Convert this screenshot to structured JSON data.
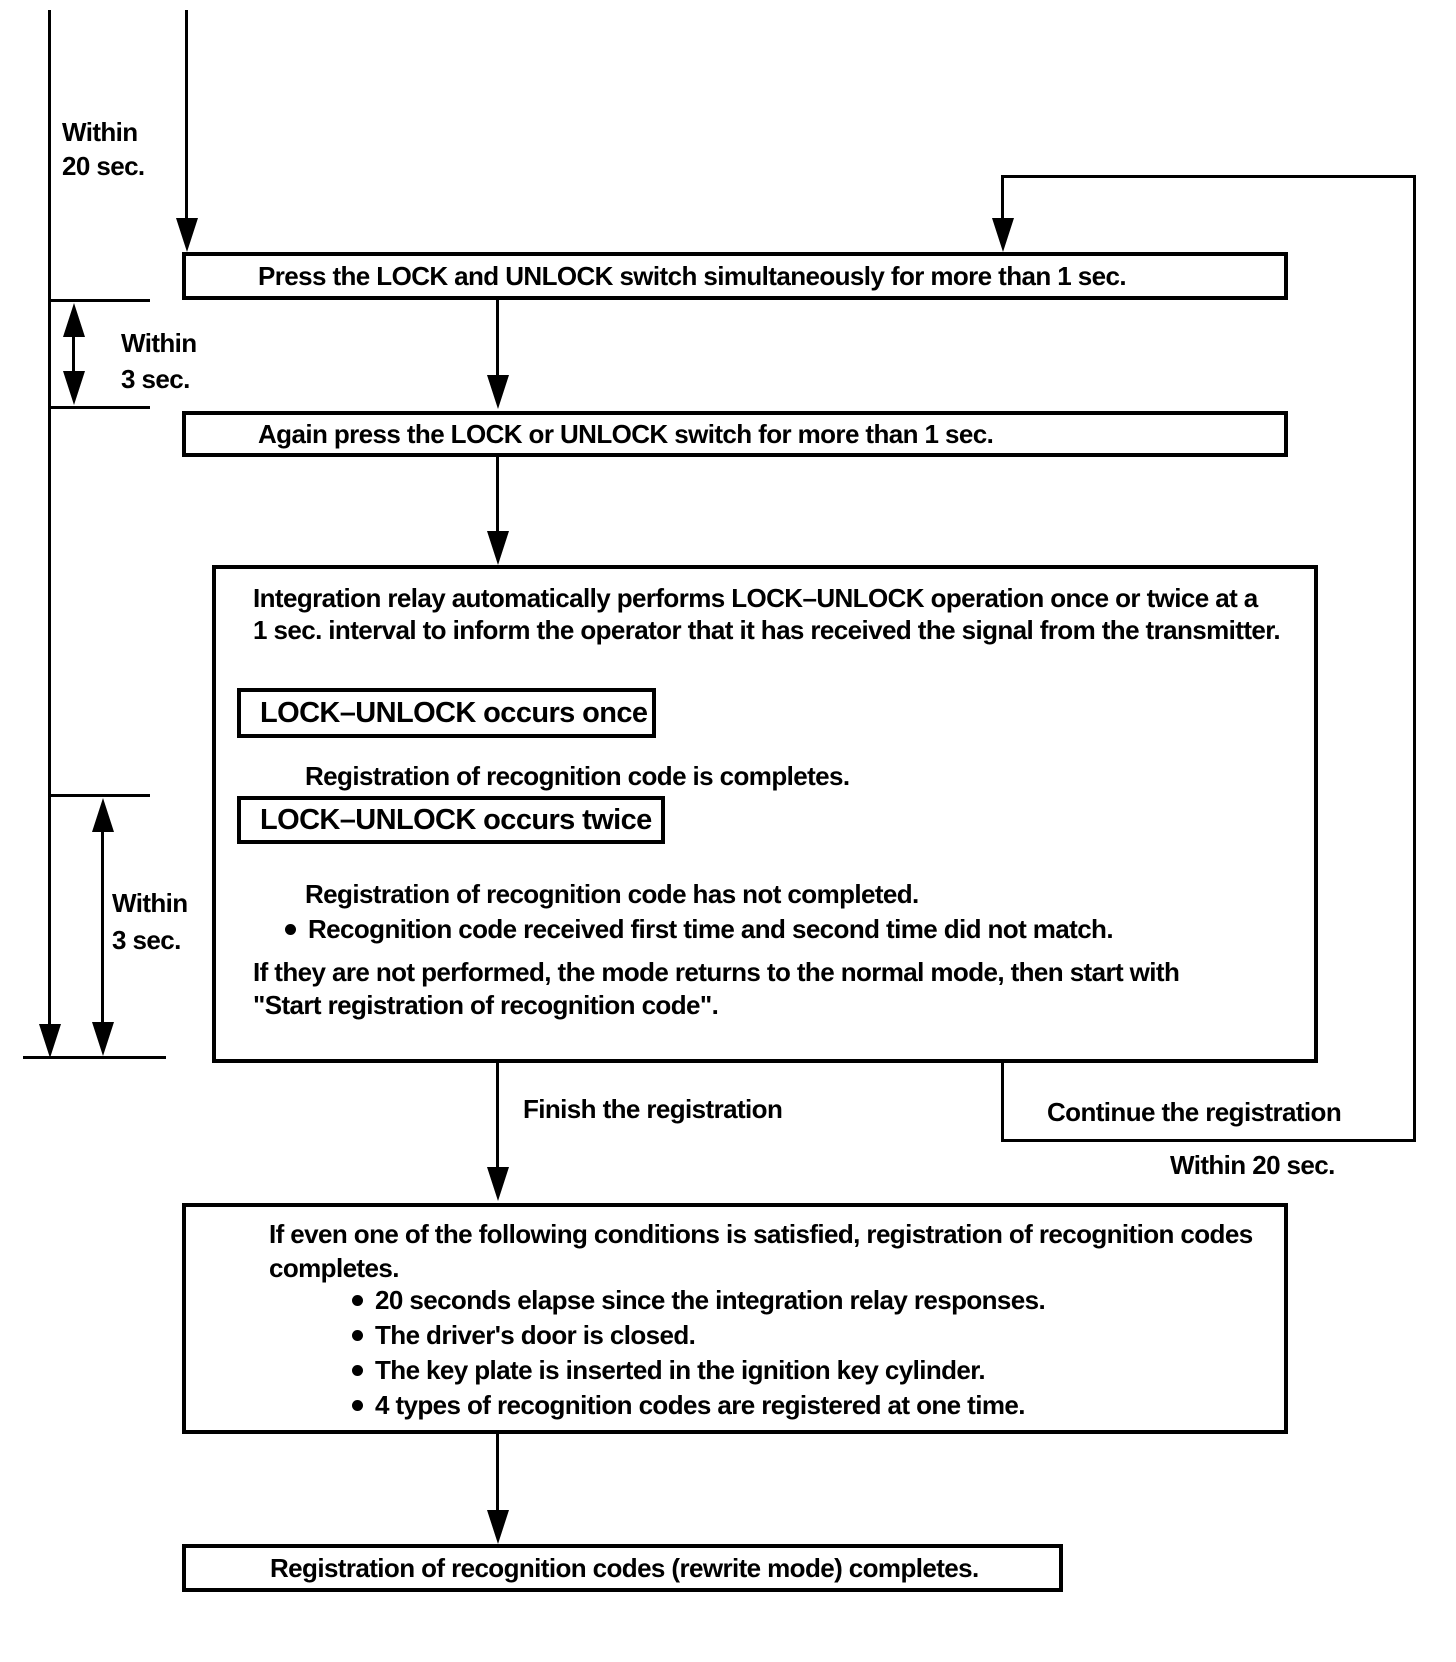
{
  "diagram": {
    "colors": {
      "ink": "#000000",
      "paper": "#ffffff"
    },
    "timeline": {
      "within_20_sec_top": {
        "line1": "Within",
        "line2": "20 sec."
      },
      "within_3_sec_upper": {
        "line1": "Within",
        "line2": "3 sec."
      },
      "within_3_sec_lower": {
        "line1": "Within",
        "line2": "3 sec."
      }
    },
    "box_press": "Press the LOCK and UNLOCK switch simultaneously for more than 1 sec.",
    "box_again": "Again press the LOCK or UNLOCK switch for more than 1 sec.",
    "box_integration": {
      "para_line1": "Integration relay automatically performs LOCK–UNLOCK operation once or twice at a",
      "para_line2": "1 sec. interval to inform the operator that it has received the signal from the transmitter.",
      "occurs_once_label": "LOCK–UNLOCK occurs once",
      "occurs_once_result": "Registration of recognition code is completes.",
      "occurs_twice_label": "LOCK–UNLOCK occurs twice",
      "occurs_twice_result": "Registration of recognition code has not completed.",
      "occurs_twice_bullet": "Recognition code received first time and second time did not match.",
      "footer_line1": "If they are not performed, the mode returns to the normal mode, then start with",
      "footer_line2": "\"Start registration of recognition code\"."
    },
    "label_finish": "Finish the registration",
    "label_continue": "Continue the registration",
    "label_within_20_sec_loop": "Within 20 sec.",
    "box_conditions": {
      "line1": "If even one of the following conditions is satisfied, registration of recognition codes",
      "line2": "completes.",
      "bullets": [
        "20 seconds elapse since the integration relay responses.",
        "The driver's door is closed.",
        "The key plate is inserted in the ignition key cylinder.",
        "4 types of recognition codes are registered at one time."
      ]
    },
    "box_complete": "Registration of recognition codes (rewrite mode) completes."
  }
}
